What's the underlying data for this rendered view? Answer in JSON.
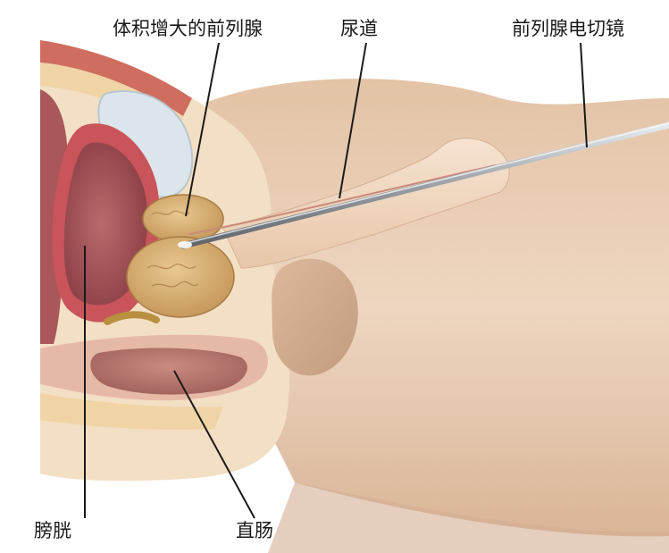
{
  "labels": {
    "enlarged_prostate": "体积增大的前列腺",
    "urethra": "尿道",
    "resectoscope": "前列腺电切镜",
    "bladder": "膀胱",
    "rectum": "直肠"
  },
  "colors": {
    "skin": "#f2ddc8",
    "skin_shadow": "#d8b79c",
    "fat": "#f0d8a8",
    "bladder_wall": "#c9545a",
    "bladder_lumen": "#9c4a50",
    "prostate": "#d9b074",
    "pubic_bone": "#dbe6ec",
    "instrument": "#9aa0a6",
    "leader_line": "#1a1a1a"
  }
}
